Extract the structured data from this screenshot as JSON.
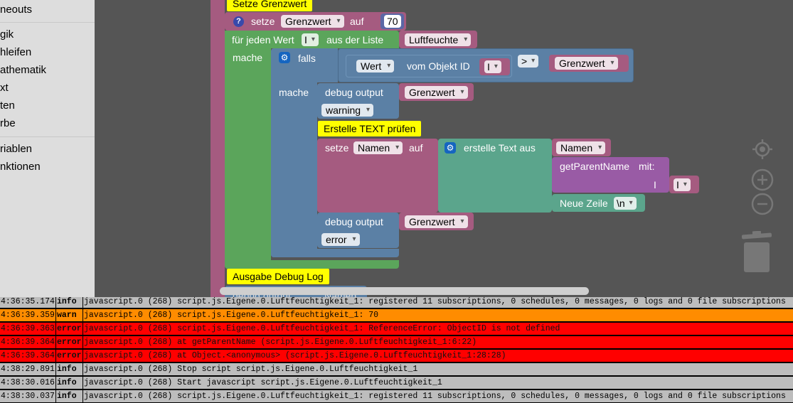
{
  "toolbox": {
    "items": [
      "neouts",
      "gik",
      "hleifen",
      "athematik",
      "xt",
      "ten",
      "rbe",
      "riablen",
      "nktionen"
    ]
  },
  "blocks": {
    "comment1": "Setze Grenzwert",
    "set_label": "setze",
    "set_var": "Grenzwert",
    "set_to": "auf",
    "set_value": "70",
    "foreach_label": "für jeden Wert",
    "foreach_var": "I",
    "foreach_from": "aus der Liste",
    "foreach_list": "Luftfeuchte",
    "do_label": "mache",
    "if_label": "falls",
    "if_do_label": "mache",
    "value_dd": "Wert",
    "of_object": "vom Objekt ID",
    "object_var": "I",
    "op": ">",
    "compare_var": "Grenzwert",
    "debug1_label": "debug output",
    "debug1_var": "Grenzwert",
    "debug1_level": "warning",
    "comment2": "Erstelle TEXT prüfen",
    "set2_label": "setze",
    "set2_var": "Namen",
    "set2_to": "auf",
    "create_text": "erstelle Text aus",
    "create_item1": "Namen",
    "func_name": "getParentName",
    "func_with": "mit:",
    "func_param_label": "I",
    "func_param_var": "I",
    "newline_label": "Neue Zeile",
    "newline_value": "\\n",
    "debug2_label": "debug output",
    "debug2_var": "Grenzwert",
    "debug2_level": "error",
    "comment3": "Ausgabe Debug Log",
    "partial_label": "debug output",
    "partial_var": "Namen"
  },
  "log": [
    {
      "time": "4:36:35.174",
      "severity": "info",
      "message": "javascript.0 (268) script.js.Eigene.0.Luftfeuchtigkeit_1: registered 11 subscriptions, 0 schedules, 0 messages, 0 logs and 0 file subscriptions"
    },
    {
      "time": "4:36:39.359",
      "severity": "warn",
      "message": "javascript.0 (268) script.js.Eigene.0.Luftfeuchtigkeit_1: 70"
    },
    {
      "time": "4:36:39.363",
      "severity": "error",
      "message": "javascript.0 (268) script.js.Eigene.0.Luftfeuchtigkeit_1: ReferenceError: ObjectID is not defined"
    },
    {
      "time": "4:36:39.364",
      "severity": "error",
      "message": "javascript.0 (268) at getParentName (script.js.Eigene.0.Luftfeuchtigkeit_1:6:22)"
    },
    {
      "time": "4:36:39.364",
      "severity": "error",
      "message": "javascript.0 (268) at Object.<anonymous> (script.js.Eigene.0.Luftfeuchtigkeit_1:28:28)"
    },
    {
      "time": "4:38:29.891",
      "severity": "info",
      "message": "javascript.0 (268) Stop script script.js.Eigene.0.Luftfeuchtigkeit_1"
    },
    {
      "time": "4:38:30.016",
      "severity": "info",
      "message": "javascript.0 (268) Start javascript script.js.Eigene.0.Luftfeuchtigkeit_1"
    },
    {
      "time": "4:38:30.037",
      "severity": "info",
      "message": "javascript.0 (268) script.js.Eigene.0.Luftfeuchtigkeit_1: registered 11 subscriptions, 0 schedules, 0 messages, 0 logs and 0 file subscriptions"
    }
  ],
  "colors": {
    "workspace": "#555555",
    "variables": "#a55b80",
    "loops": "#5ba55b",
    "logic": "#5b80a5",
    "text": "#5ba58c",
    "functions": "#995ba5",
    "comment": "#ffff00",
    "warn_row": "#ff8c00",
    "error_row": "#ff0000",
    "info_row": "#bdbdbd"
  }
}
